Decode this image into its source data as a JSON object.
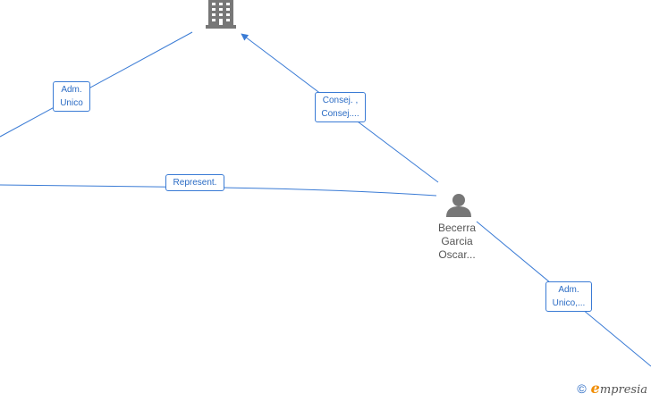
{
  "edges": {
    "adm_unico": {
      "lines": [
        "Adm.",
        "Unico"
      ]
    },
    "consej": {
      "lines": [
        "Consej. ,",
        "Consej...."
      ]
    },
    "represent": {
      "lines": [
        "Represent."
      ]
    },
    "adm_unico_2": {
      "lines": [
        "Adm.",
        "Unico,..."
      ]
    }
  },
  "nodes": {
    "company": {
      "icon": "building-icon"
    },
    "person": {
      "icon": "person-icon",
      "lines": [
        "Becerra",
        "Garcia",
        "Oscar..."
      ]
    }
  },
  "watermark": {
    "symbol": "©",
    "brand_initial": "e",
    "brand_rest": "mpresia"
  },
  "colors": {
    "edge": "#3a7bd5",
    "icon": "#777777",
    "label_text": "#2a6bc4"
  }
}
